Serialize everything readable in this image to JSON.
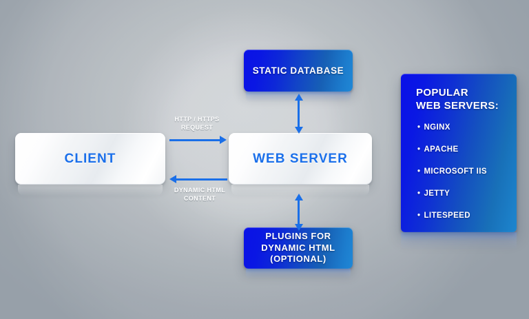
{
  "diagram": {
    "title_alt": "Web server request flow diagram",
    "colors": {
      "blue_box_start": "#0a12e6",
      "blue_box_end": "#2088d6",
      "arrow": "#1a6fe8",
      "silver_text": "#1a6fea",
      "background_center": "#c2c7cb",
      "background_edge": "#97a0a9"
    },
    "nodes": {
      "client": {
        "label": "CLIENT"
      },
      "web_server": {
        "label": "WEB SERVER"
      },
      "static_database": {
        "label": "STATIC\nDATABASE"
      },
      "plugins": {
        "label": "PLUGINS FOR\nDYNAMIC HTML\n(OPTIONAL)"
      }
    },
    "connections": {
      "request": {
        "label": "HTTP / HTTPS\nREQUEST",
        "direction": "right"
      },
      "response": {
        "label": "DYNAMIC HTML\nCONTENT",
        "direction": "left"
      },
      "db_link": {
        "label": "",
        "direction": "both"
      },
      "plugin_link": {
        "label": "",
        "direction": "both"
      }
    },
    "panel": {
      "title": "POPULAR\nWEB SERVERS:",
      "bullet": "•",
      "items": [
        {
          "label": "NGINX"
        },
        {
          "label": "APACHE"
        },
        {
          "label": "MICROSOFT IIS"
        },
        {
          "label": "JETTY"
        },
        {
          "label": "LITESPEED"
        }
      ]
    }
  }
}
